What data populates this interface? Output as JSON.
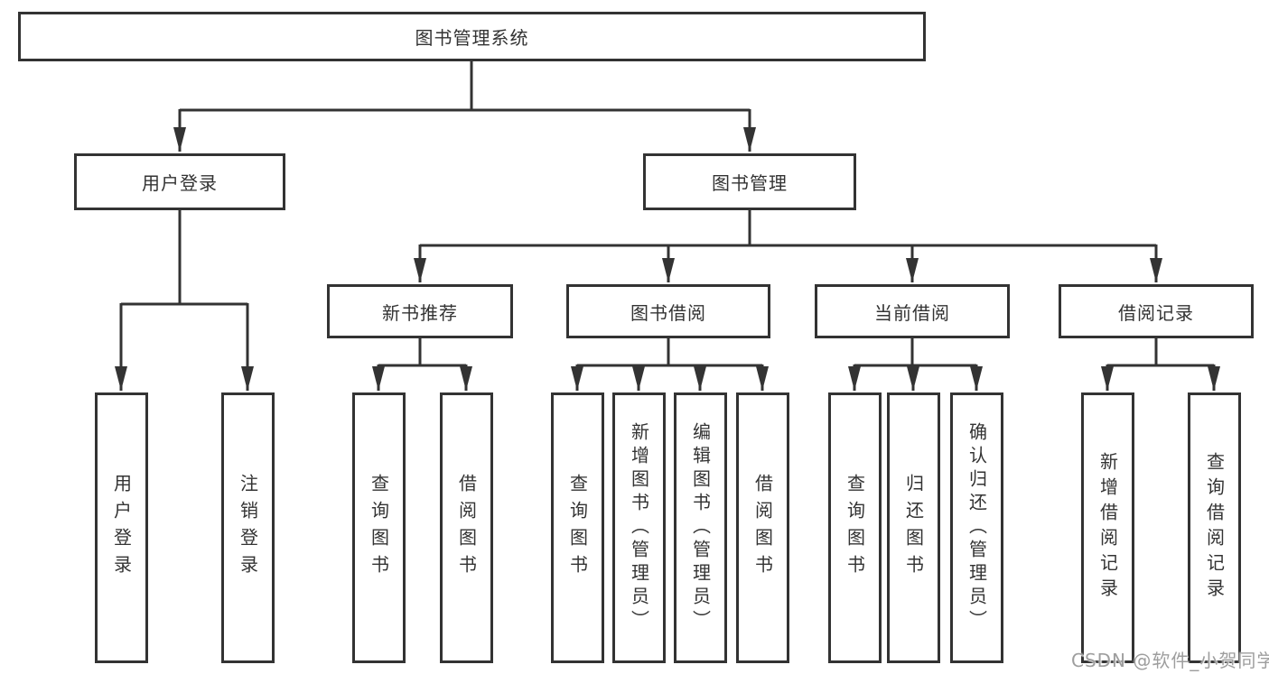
{
  "diagram": {
    "type": "hierarchy-tree",
    "tree": {
      "label": "图书管理系统",
      "children": [
        {
          "label": "用户登录",
          "children": [
            {
              "label": "用户登录"
            },
            {
              "label": "注销登录"
            }
          ]
        },
        {
          "label": "图书管理",
          "children": [
            {
              "label": "新书推荐",
              "children": [
                {
                  "label": "查询图书"
                },
                {
                  "label": "借阅图书"
                }
              ]
            },
            {
              "label": "图书借阅",
              "children": [
                {
                  "label": "查询图书"
                },
                {
                  "label": "新增图书（管理员）"
                },
                {
                  "label": "编辑图书（管理员）"
                },
                {
                  "label": "借阅图书"
                }
              ]
            },
            {
              "label": "当前借阅",
              "children": [
                {
                  "label": "查询图书"
                },
                {
                  "label": "归还图书"
                },
                {
                  "label": "确认归还（管理员）"
                }
              ]
            },
            {
              "label": "借阅记录",
              "children": [
                {
                  "label": "新增借阅记录"
                },
                {
                  "label": "查询借阅记录"
                }
              ]
            }
          ]
        }
      ]
    },
    "colors": {
      "line": "#333333",
      "box_border": "#333333",
      "text": "#333333",
      "background": "#ffffff",
      "watermark": "#9e9e9e"
    },
    "watermark": {
      "text": "CSDN @软件_小贺同学"
    }
  }
}
